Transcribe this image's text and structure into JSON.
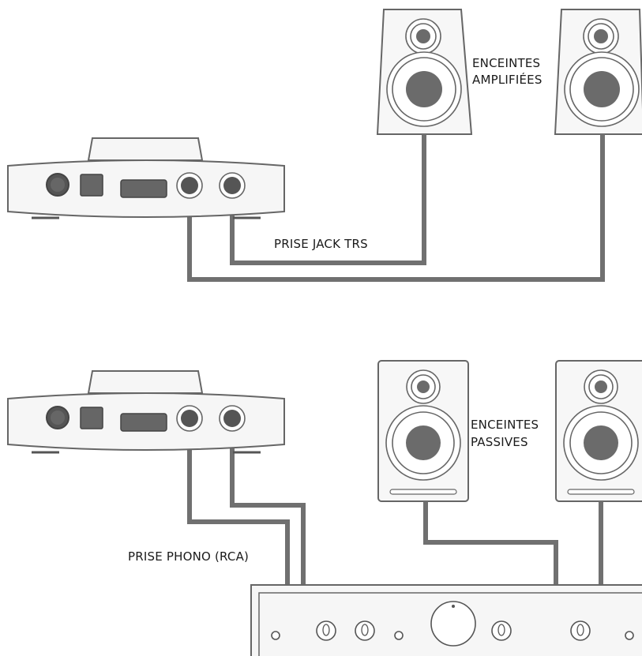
{
  "labels": {
    "active_speakers_line1": "ENCEINTES",
    "active_speakers_line2": "AMPLIFIÉES",
    "trs_jack": "PRISE JACK TRS",
    "passive_speakers_line1": "ENCEINTES",
    "passive_speakers_line2": "PASSIVES",
    "rca_phono": "PRISE PHONO (RCA)"
  }
}
